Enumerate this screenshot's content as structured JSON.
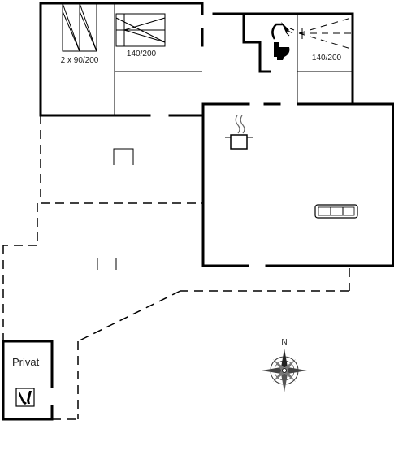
{
  "rooms": {
    "bed_twin_label": "2 x 90/200",
    "bed_double_label": "140/200",
    "bed_right_label": "140/200",
    "private_label": "Privat"
  },
  "compass": {
    "north_label": "N"
  },
  "icons": [
    "bed-icon",
    "shower-icon",
    "toilet-icon",
    "cooking-pot-icon",
    "sofa-icon",
    "compass-rose-icon",
    "wine-bottles-icon"
  ]
}
